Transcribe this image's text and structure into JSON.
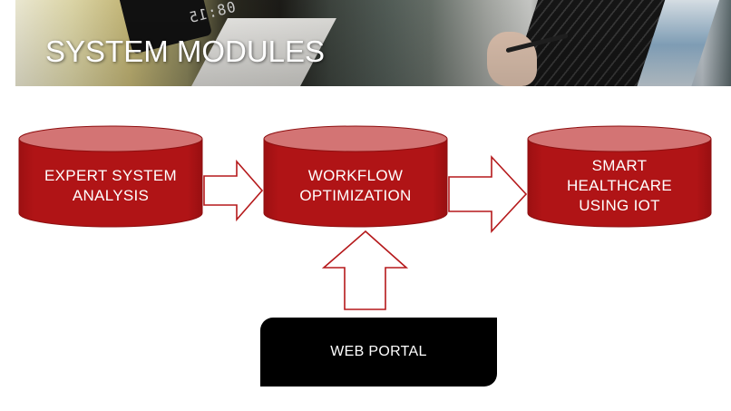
{
  "slide": {
    "title": "SYSTEM MODULES",
    "header_image": {
      "description": "banner photo: desk with phone clock, paper, hand holding pen over laptop keyboard",
      "clock_text": "08:15"
    }
  },
  "colors": {
    "cylinder_body": "#b01416",
    "cylinder_top": "#d37474",
    "cylinder_edge": "#8e0f10",
    "arrow_stroke": "#b5191b",
    "arrow_fill": "#ffffff",
    "portal_bg": "#000000",
    "text": "#ffffff"
  },
  "modules": [
    {
      "id": "expert",
      "lines": [
        "EXPERT SYSTEM",
        "ANALYSIS"
      ]
    },
    {
      "id": "workflow",
      "lines": [
        "WORKFLOW",
        "OPTIMIZATION"
      ]
    },
    {
      "id": "smart",
      "lines": [
        "SMART",
        "HEALTHCARE",
        "USING IOT"
      ]
    }
  ],
  "portal": {
    "label": "WEB PORTAL"
  },
  "connectors": [
    {
      "from": "expert",
      "to": "workflow",
      "direction": "right"
    },
    {
      "from": "workflow",
      "to": "smart",
      "direction": "right"
    },
    {
      "from": "portal",
      "to": "workflow",
      "direction": "up"
    }
  ]
}
